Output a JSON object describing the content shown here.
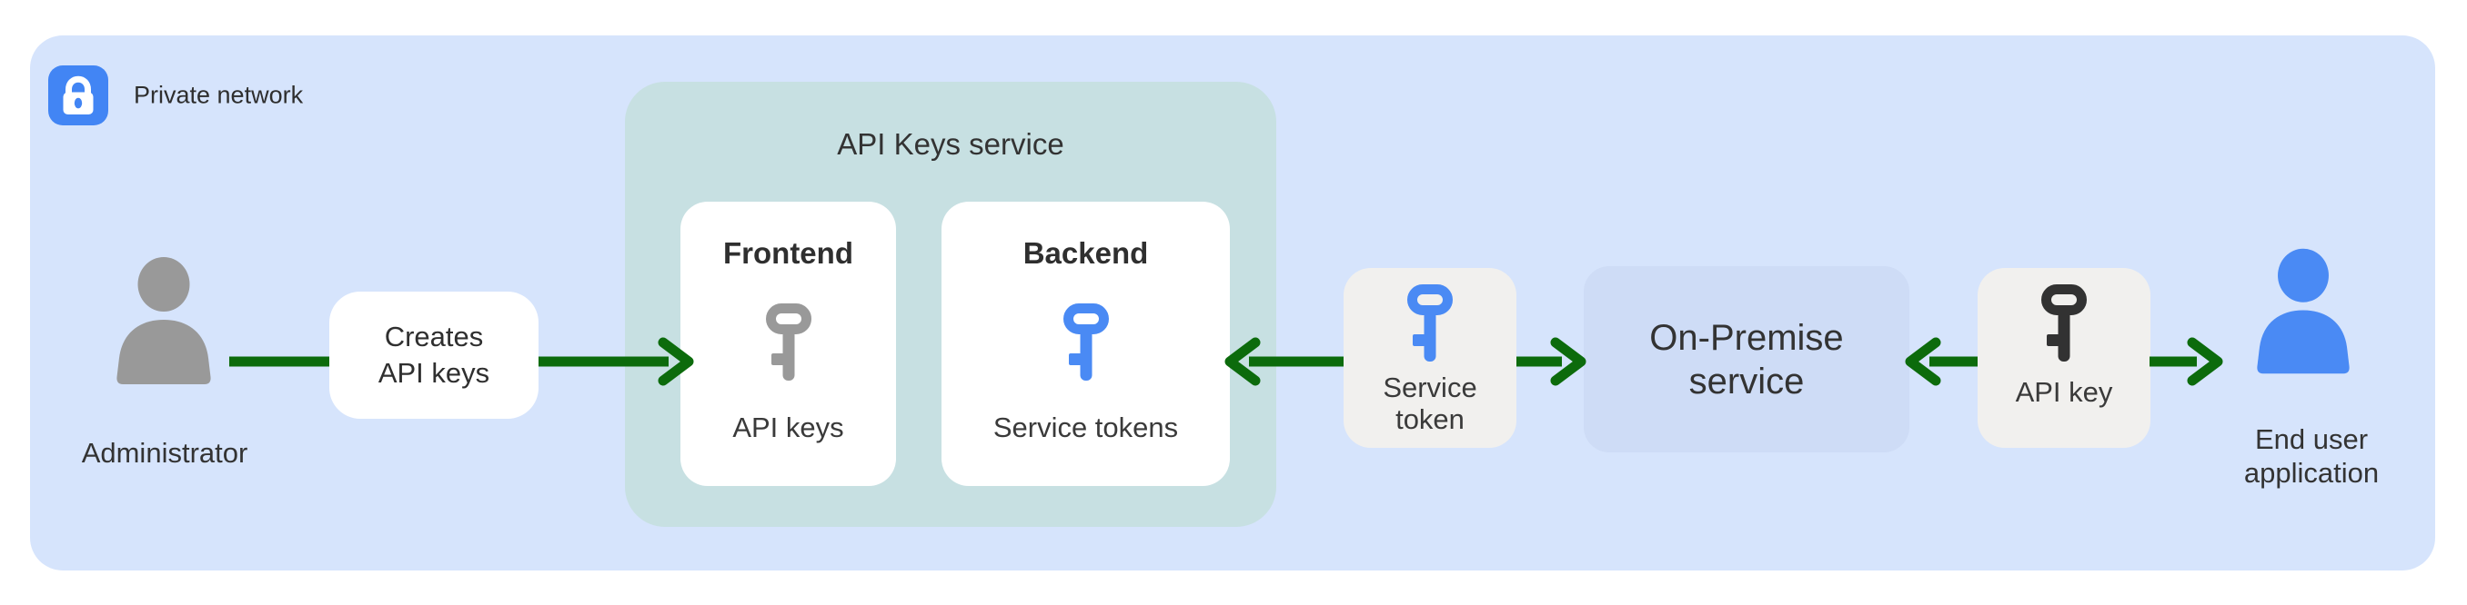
{
  "network": {
    "label": "Private network"
  },
  "nodes": {
    "administrator": {
      "label": "Administrator"
    },
    "creates": {
      "line1": "Creates",
      "line2": "API keys"
    },
    "service": {
      "title": "API Keys service",
      "frontend": {
        "title": "Frontend",
        "caption": "API keys"
      },
      "backend": {
        "title": "Backend",
        "caption": "Service tokens"
      }
    },
    "service_token": {
      "line1": "Service",
      "line2": "token"
    },
    "on_premise": {
      "line1": "On-Premise",
      "line2": "service"
    },
    "api_key": {
      "label": "API key"
    },
    "end_user": {
      "line1": "End user",
      "line2": "application"
    }
  },
  "icons": {
    "lock": "lock-icon",
    "administrator": "person-icon",
    "frontend_key": "key-icon",
    "backend_key": "key-icon",
    "service_token_key": "key-icon",
    "api_key_key": "key-icon",
    "end_user": "person-icon"
  },
  "colors": {
    "page_background": "#ffffff",
    "network_background": "#d6e4fc",
    "badge_blue": "#4285f4",
    "zone_teal": "#c7e0e2",
    "card_white": "#ffffff",
    "token_gray": "#f1f0ee",
    "on_premise_blue": "#cedcf6",
    "arrow_green": "#0c6b0c",
    "person_gray": "#999999",
    "person_blue": "#4a8af4",
    "key_dark": "#323232",
    "text": "#333333"
  }
}
